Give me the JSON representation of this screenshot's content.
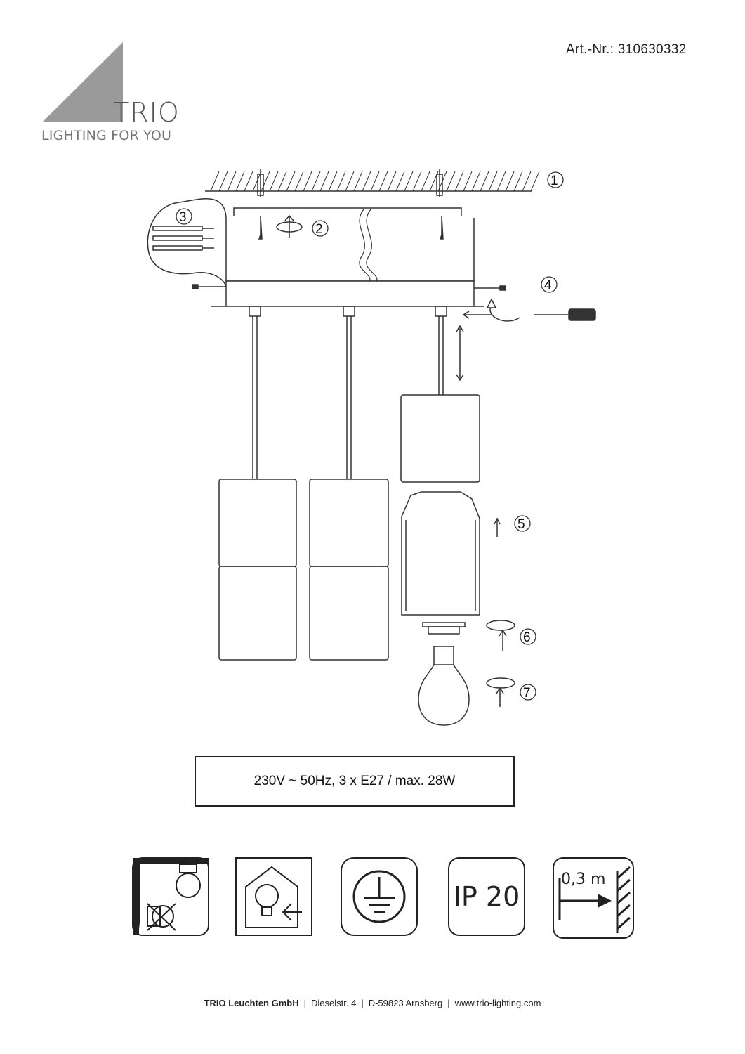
{
  "header": {
    "article_label": "Art.-Nr.: 310630332",
    "brand": "TRIO",
    "tagline": "LIGHTING FOR YOU"
  },
  "steps": [
    "1",
    "2",
    "3",
    "4",
    "5",
    "6",
    "7"
  ],
  "specs": "230V ~ 50Hz, 3 x E27 / max. 28W",
  "icons": [
    {
      "name": "not-for-recessed-mounting-icon"
    },
    {
      "name": "indoor-use-only-icon"
    },
    {
      "name": "protective-earth-icon"
    },
    {
      "name": "ip20-icon",
      "label": "IP 20"
    },
    {
      "name": "min-distance-icon",
      "label": "0,3 m"
    }
  ],
  "footer": {
    "company": "TRIO Leuchten GmbH",
    "address": "Dieselstr. 4",
    "city": "D-59823 Arnsberg",
    "website": "www.trio-lighting.com"
  },
  "colors": {
    "logo_triangle": "#9a9a9a",
    "line": "#333333"
  }
}
